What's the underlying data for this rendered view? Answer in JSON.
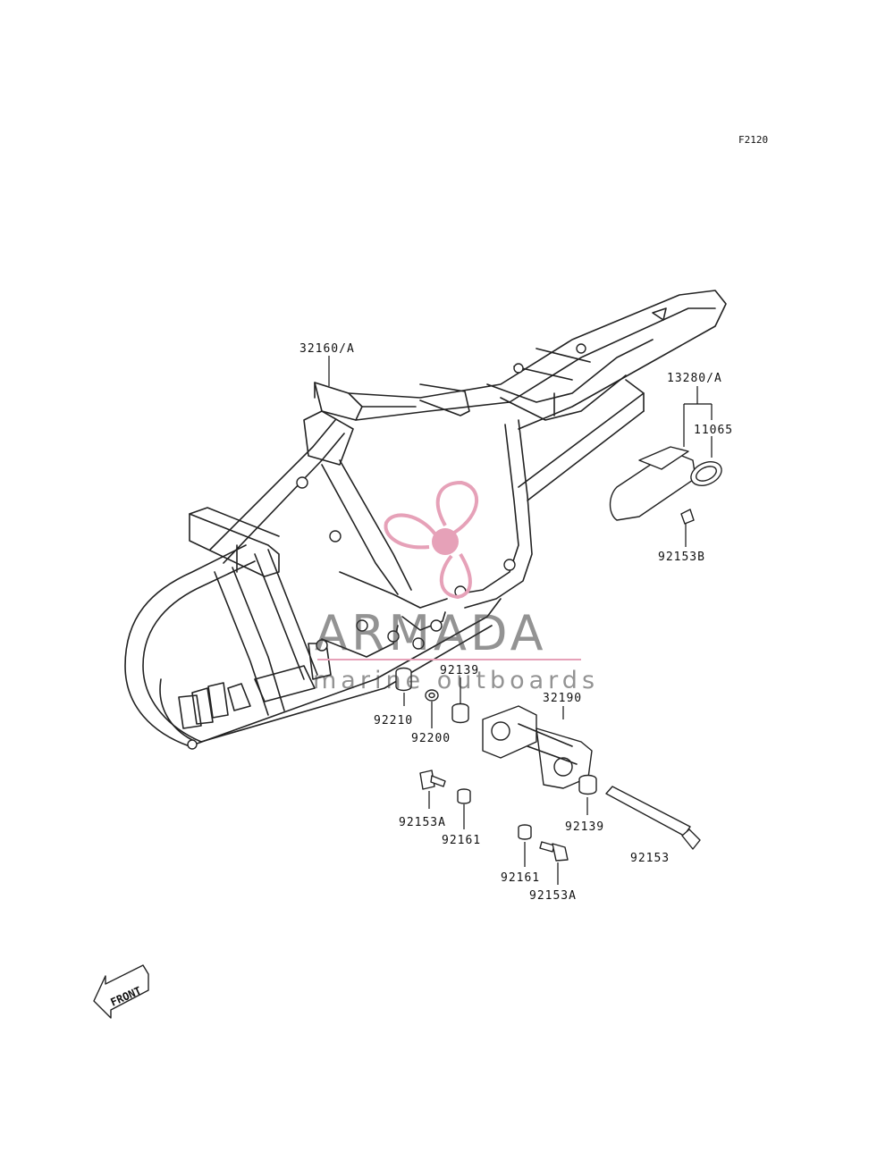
{
  "diagram": {
    "figure_code": "F2120",
    "part_labels": {
      "frame": "32160/A",
      "cover": "13280/A",
      "gasket": "11065",
      "bolt_b": "92153B",
      "bushing_top": "92139",
      "washer_small": "92210",
      "washer": "92200",
      "bracket": "32190",
      "bolt_a_left": "92153A",
      "nut_left": "92161",
      "bushing_bottom": "92139",
      "long_bolt": "92153",
      "nut_right": "92161",
      "bolt_a_right": "92153A"
    },
    "front_indicator": "FRONT"
  },
  "watermark": {
    "brand": "ARMADA",
    "tagline": "marine outboards",
    "accent_color": "#e6a1b8",
    "text_color": "#3a3a3a"
  }
}
